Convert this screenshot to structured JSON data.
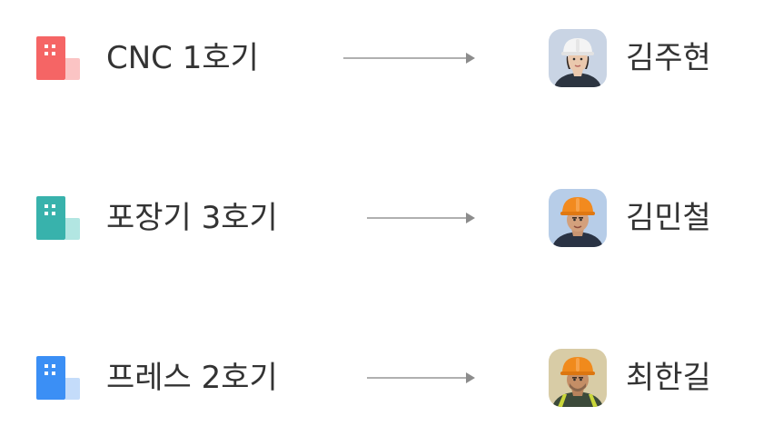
{
  "assignments": [
    {
      "machine": "CNC 1호기",
      "icon": "building-icon",
      "icon_color": "#f56565",
      "icon_light": "#fbc4c4",
      "person": "김주현",
      "avatar_bg": "#c9d4e4",
      "helmet_color": "#f4f4f4",
      "shirt_color": "#2c3440"
    },
    {
      "machine": "포장기 3호기",
      "icon": "building-icon",
      "icon_color": "#38b2ac",
      "icon_light": "#b2e6e2",
      "person": "김민철",
      "avatar_bg": "#b7cde8",
      "helmet_color": "#f28a1e",
      "shirt_color": "#2a3344"
    },
    {
      "machine": "프레스 2호기",
      "icon": "building-icon",
      "icon_color": "#3b8ff5",
      "icon_light": "#c4dcfa",
      "person": "최한길",
      "avatar_bg": "#d8cca6",
      "helmet_color": "#f08a1c",
      "shirt_color": "#3c4a3a"
    }
  ]
}
